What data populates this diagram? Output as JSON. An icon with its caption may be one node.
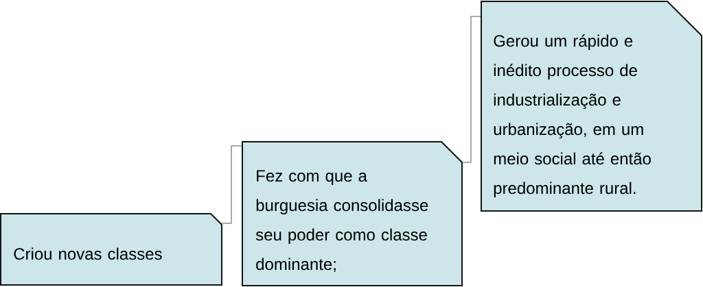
{
  "diagram": {
    "nodes": [
      {
        "text": [
          "Criou novas classes"
        ]
      },
      {
        "text": [
          "Fez com que a burguesia consolidasse seu poder como classe dominante;"
        ]
      },
      {
        "text": [
          "Gerou um rápido e inédito processo de industrialização e urbanização, em um meio social até então predominante rural."
        ]
      }
    ],
    "edges": [
      {
        "from": 0,
        "to": 1,
        "arrow": "none"
      },
      {
        "from": 1,
        "to": 2,
        "arrow": "none"
      }
    ]
  }
}
